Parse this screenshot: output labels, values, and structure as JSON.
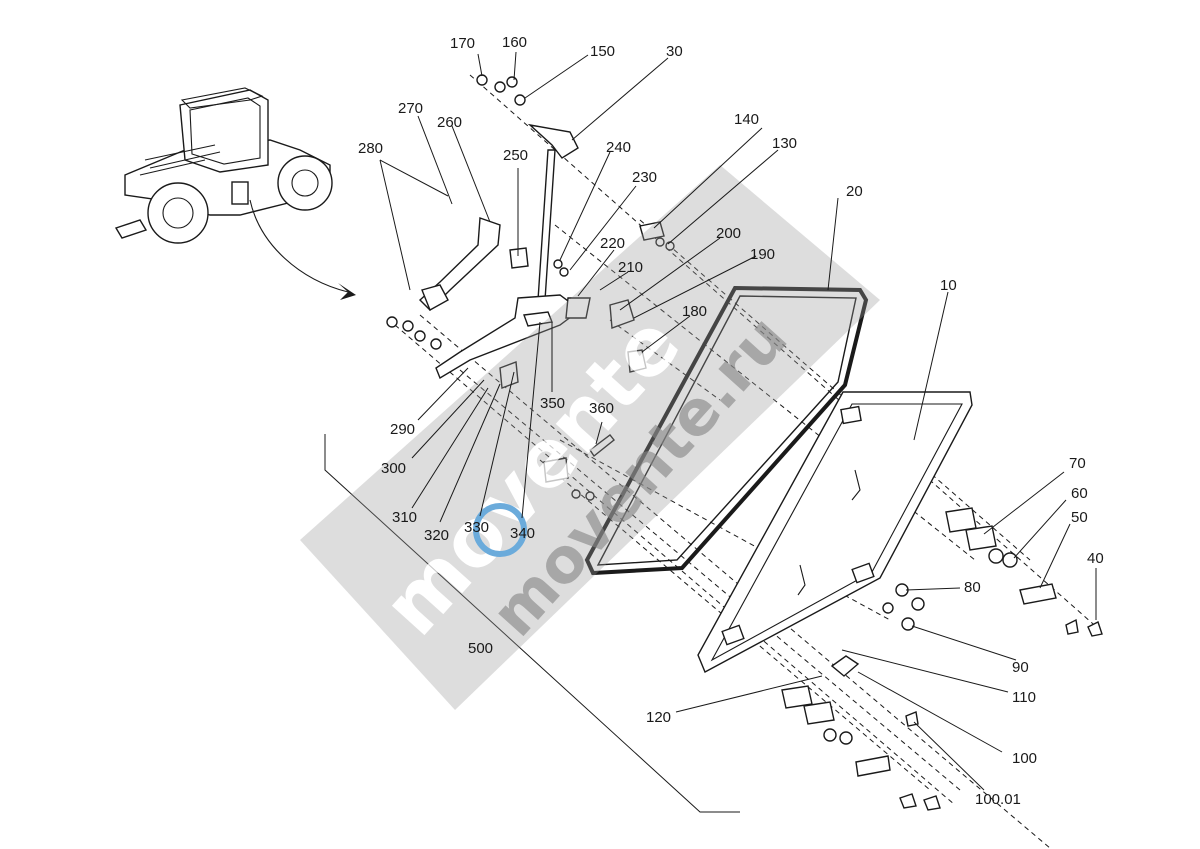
{
  "diagram": {
    "labels": {
      "p10": "10",
      "p20": "20",
      "p30": "30",
      "p40": "40",
      "p50": "50",
      "p60": "60",
      "p70": "70",
      "p80": "80",
      "p90": "90",
      "p100": "100",
      "p100_01": "100.01",
      "p110": "110",
      "p120": "120",
      "p130": "130",
      "p140": "140",
      "p150": "150",
      "p160": "160",
      "p170": "170",
      "p180": "180",
      "p190": "190",
      "p200": "200",
      "p210": "210",
      "p220": "220",
      "p230": "230",
      "p240": "240",
      "p250": "250",
      "p260": "260",
      "p270": "270",
      "p280": "280",
      "p290": "290",
      "p300": "300",
      "p310": "310",
      "p320": "320",
      "p330": "330",
      "p340": "340",
      "p350": "350",
      "p360": "360",
      "p500": "500"
    },
    "watermark": {
      "brand": "movente",
      "domain": "movente.ru",
      "color": "#9a9a9a",
      "accent": "#3a8fd0"
    }
  }
}
